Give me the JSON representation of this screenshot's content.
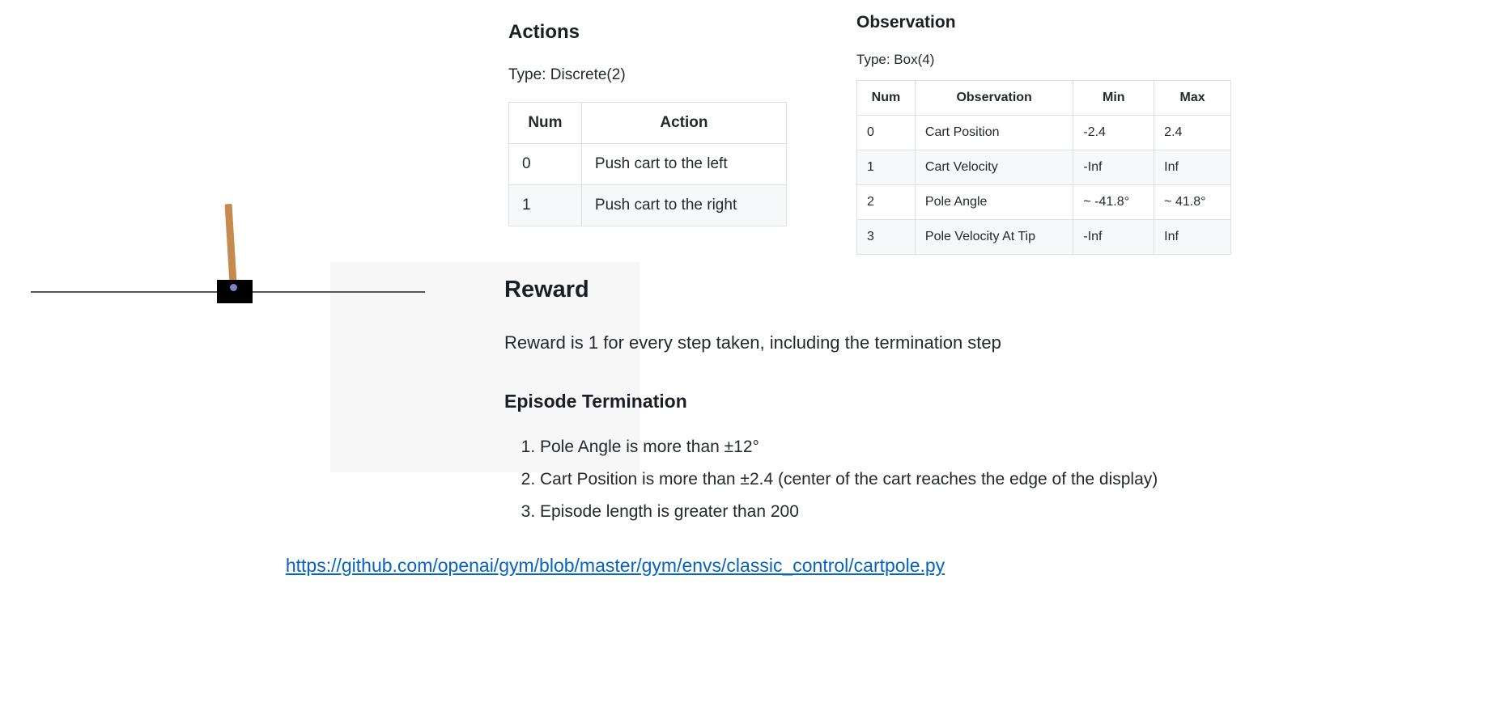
{
  "cartpole_render": {
    "pole_color": "#c68a4f",
    "cart_color": "#000000",
    "axle_color": "#8080cc",
    "track_color": "#555555"
  },
  "actions": {
    "title": "Actions",
    "type_label": "Type: Discrete(2)",
    "table": {
      "headers": [
        "Num",
        "Action"
      ],
      "rows": [
        [
          "0",
          "Push cart to the left"
        ],
        [
          "1",
          "Push cart to the right"
        ]
      ]
    }
  },
  "observation": {
    "title": "Observation",
    "type_label": "Type: Box(4)",
    "table": {
      "headers": [
        "Num",
        "Observation",
        "Min",
        "Max"
      ],
      "rows": [
        [
          "0",
          "Cart Position",
          "-2.4",
          "2.4"
        ],
        [
          "1",
          "Cart Velocity",
          "-Inf",
          "Inf"
        ],
        [
          "2",
          "Pole Angle",
          "~ -41.8°",
          "~ 41.8°"
        ],
        [
          "3",
          "Pole Velocity At Tip",
          "-Inf",
          "Inf"
        ]
      ]
    }
  },
  "reward": {
    "title": "Reward",
    "text": "Reward is 1 for every step taken, including the termination step"
  },
  "episode_termination": {
    "title": "Episode Termination",
    "items": [
      "Pole Angle is more than ±12°",
      "Cart Position is more than ±2.4 (center of the cart reaches the edge of the display)",
      "Episode length is greater than 200"
    ]
  },
  "link": {
    "text": "https://github.com/openai/gym/blob/master/gym/envs/classic_control/cartpole.py",
    "color": "#0563c1"
  }
}
